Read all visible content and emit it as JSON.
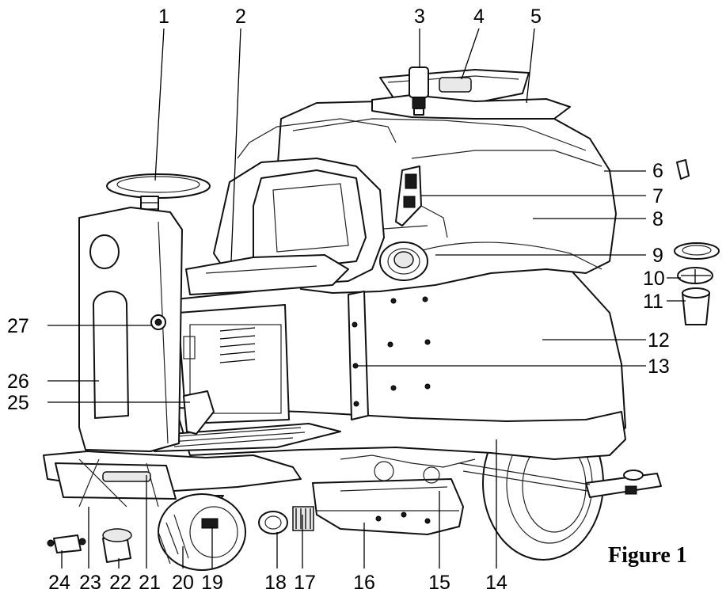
{
  "figure": {
    "caption": "Figure 1",
    "callouts": [
      "1",
      "2",
      "3",
      "4",
      "5",
      "6",
      "7",
      "8",
      "9",
      "10",
      "11",
      "12",
      "13",
      "14",
      "15",
      "16",
      "17",
      "18",
      "19",
      "20",
      "21",
      "22",
      "23",
      "24",
      "25",
      "26",
      "27"
    ]
  }
}
